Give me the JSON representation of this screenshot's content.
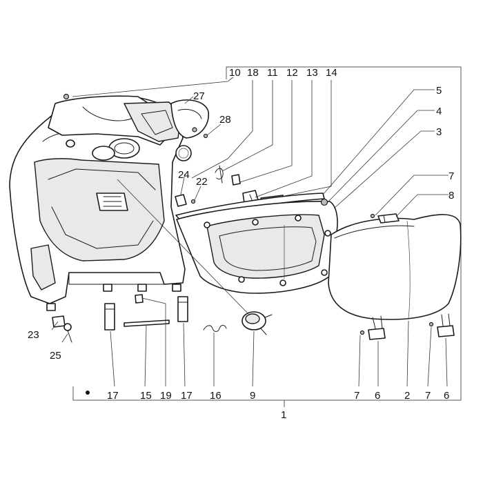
{
  "callouts": {
    "c1": "1",
    "c2": "2",
    "c3": "3",
    "c4": "4",
    "c5": "5",
    "c6a": "6",
    "c6b": "6",
    "c7a": "7",
    "c7b": "7",
    "c7c": "7",
    "c8": "8",
    "c9": "9",
    "c10": "10",
    "c11": "11",
    "c12": "12",
    "c13": "13",
    "c14": "14",
    "c15": "15",
    "c16": "16",
    "c17a": "17",
    "c17b": "17",
    "c18": "18",
    "c19": "19",
    "c22": "22",
    "c23": "23",
    "c24": "24",
    "c25": "25",
    "c27": "27",
    "c28": "28"
  }
}
